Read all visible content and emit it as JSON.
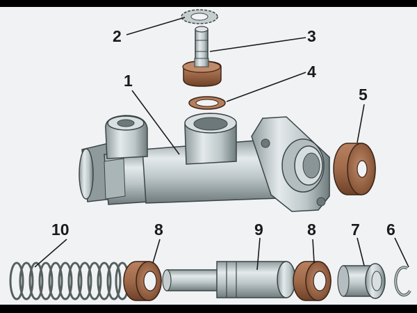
{
  "diagram": {
    "background_color": "#f1f2f4",
    "frame_color": "#000000",
    "parts": [
      {
        "id": "housing",
        "label": "1"
      },
      {
        "id": "lock-washer",
        "label": "2"
      },
      {
        "id": "inlet-fitting",
        "label": "3"
      },
      {
        "id": "fitting-gasket",
        "label": "4"
      },
      {
        "id": "end-seal",
        "label": "5"
      },
      {
        "id": "retaining-ring",
        "label": "6"
      },
      {
        "id": "guide-bushing",
        "label": "7"
      },
      {
        "id": "piston-cup-left",
        "label": "8"
      },
      {
        "id": "piston",
        "label": "9"
      },
      {
        "id": "piston-cup-right",
        "label": "8"
      },
      {
        "id": "return-spring",
        "label": "10"
      }
    ],
    "colors": {
      "steel": "#c5cdcf",
      "steel_shade": "#8e9a9c",
      "rubber": "#a06a4a",
      "rubber_shade": "#6e4128"
    }
  }
}
